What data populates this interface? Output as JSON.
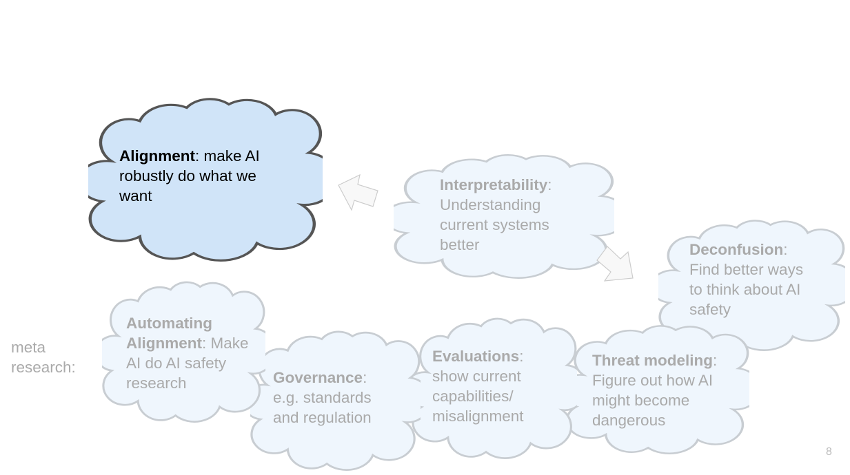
{
  "clouds": {
    "alignment": {
      "title": "Alignment",
      "desc": ": make AI robustly do what we want"
    },
    "interpretability": {
      "title": "Interpretability",
      "desc": ": Understanding current systems better"
    },
    "deconfusion": {
      "title": "Deconfusion",
      "desc": ": Find better ways to think about AI safety"
    },
    "threat_modeling": {
      "title": "Threat modeling",
      "desc": ": Figure out how AI might become dangerous"
    },
    "evaluations": {
      "title": "Evaluations",
      "desc": ": show current capabilities/ misalignment"
    },
    "governance": {
      "title": "Governance",
      "desc": ": e.g. standards and regulation"
    },
    "automating": {
      "title": "Automating Alignment",
      "desc": ": Make AI do AI safety research"
    }
  },
  "meta_label": "meta research:",
  "page_number": "8",
  "colors": {
    "highlight_fill": "#d0e4f8",
    "highlight_stroke": "#555555",
    "faded_fill": "#eff6fd",
    "faded_stroke": "#c8cdd2",
    "faded_text": "#aaaaaa"
  }
}
